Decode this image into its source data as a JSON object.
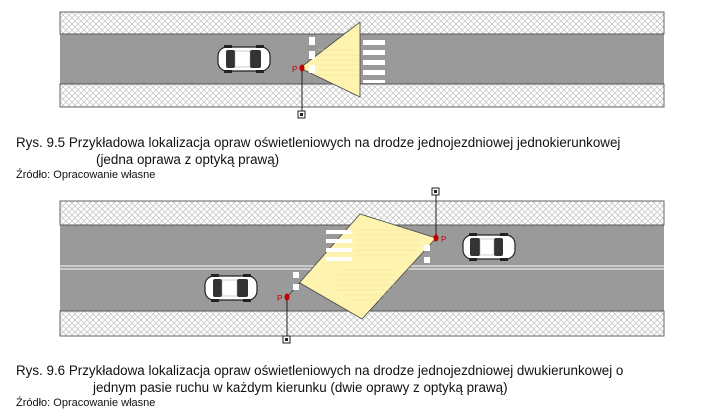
{
  "figure1": {
    "caption_line1": "Rys. 9.5 Przykładowa lokalizacja opraw oświetleniowych na drodze jednojezdniowej jednokierunkowej",
    "caption_line2": "(jedna oprawa z optyką prawą)",
    "source": "Źródło: Opracowanie własne",
    "lamp_label": "P"
  },
  "figure2": {
    "caption_line1": "Rys. 9.6 Przykładowa lokalizacja opraw oświetleniowych na drodze jednojezdniowej dwukierunkowej o",
    "caption_line2": "jednym pasie ruchu w każdym kierunku (dwie oprawy z optyką prawą)",
    "source": "Źródło: Opracowanie własne",
    "lamp_upper_label": "P",
    "lamp_lower_label": "P"
  },
  "colors": {
    "road": "#9a9a9a",
    "sidewalk_hatch": "#cfcfcf",
    "light_cone": "#fff3b0",
    "lamp": "#c00000",
    "zebra": "#ffffff"
  }
}
